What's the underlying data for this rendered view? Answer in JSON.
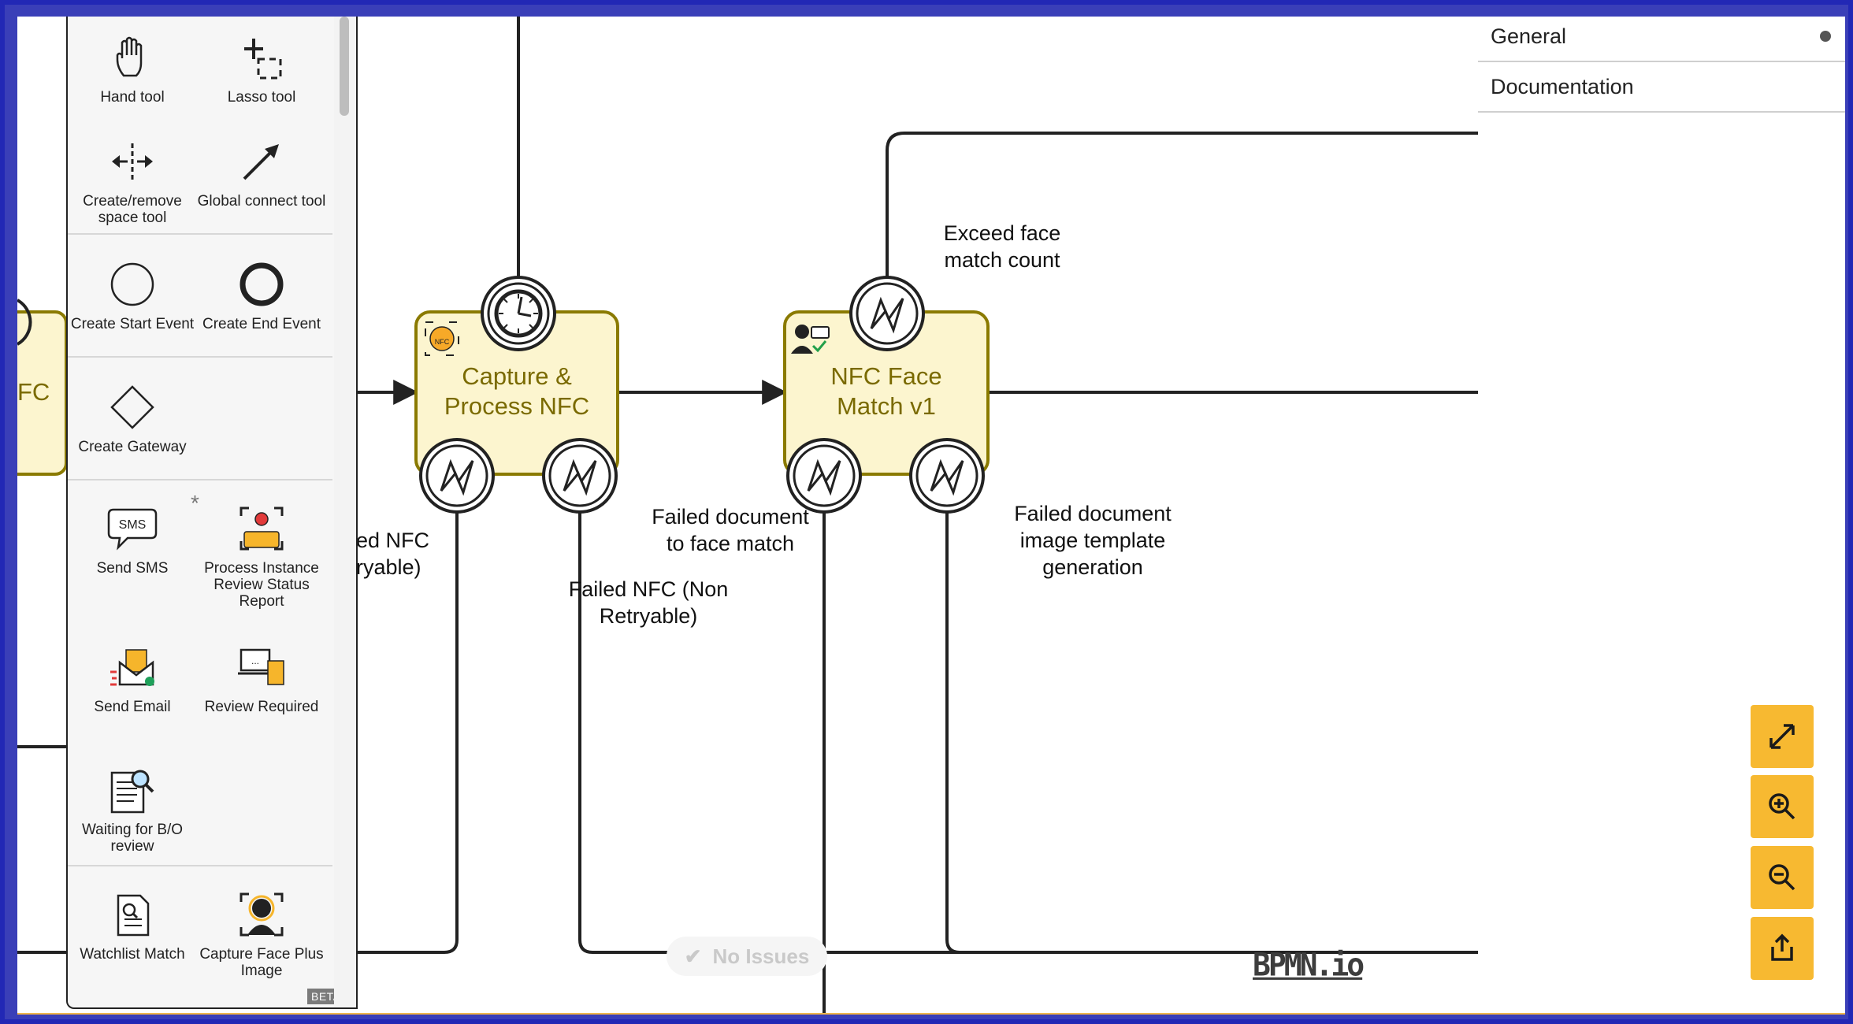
{
  "palette": {
    "tools": [
      {
        "label": "Hand tool",
        "icon": "hand-icon"
      },
      {
        "label": "Lasso tool",
        "icon": "lasso-icon"
      },
      {
        "label": "Create/remove space tool",
        "icon": "space-tool-icon"
      },
      {
        "label": "Global connect tool",
        "icon": "connect-arrow-icon"
      },
      {
        "label": "Create Start Event",
        "icon": "start-event-icon"
      },
      {
        "label": "Create End Event",
        "icon": "end-event-icon"
      },
      {
        "label": "Create Gateway",
        "icon": "gateway-icon"
      },
      {
        "label": "Send SMS",
        "icon": "sms-icon"
      },
      {
        "label": "Process Instance Review Status Report",
        "icon": "review-report-icon"
      },
      {
        "label": "Send Email",
        "icon": "email-icon"
      },
      {
        "label": "Review Required",
        "icon": "review-required-icon"
      },
      {
        "label": "Waiting for B/O review",
        "icon": "document-search-icon"
      },
      {
        "label": "Watchlist Match",
        "icon": "watchlist-icon"
      },
      {
        "label": "Capture Face Plus Image",
        "icon": "face-capture-icon"
      }
    ],
    "sms_icon_text": "SMS",
    "star_marker": "*",
    "beta_badge": "BETA"
  },
  "diagram": {
    "tasks": [
      {
        "label": "Capture &\nProcess NFC"
      },
      {
        "label": "NFC Face\nMatch v1"
      },
      {
        "label": "FC"
      }
    ],
    "labels": {
      "exceed": "Exceed face\n match count",
      "failed_face_match": "Failed document\n to face match",
      "failed_template": "Failed document\n image template\n generation",
      "failed_nfc_nonretry": "Failed NFC (Non\nRetryable)",
      "failed_nfc_retry": "ed NFC\nryable)"
    },
    "nfc_badge": "NFC"
  },
  "properties": {
    "tabs": [
      {
        "label": "General"
      },
      {
        "label": "Documentation"
      }
    ]
  },
  "status": {
    "no_issues": "No Issues"
  },
  "watermark": "BPMN.io",
  "zoom_controls": [
    {
      "icon": "fullscreen-icon"
    },
    {
      "icon": "zoom-in-icon"
    },
    {
      "icon": "zoom-out-icon"
    },
    {
      "icon": "export-icon"
    }
  ],
  "colors": {
    "task_fill": "#fcf5cf",
    "task_stroke": "#8a7a00",
    "accent": "#f7b931",
    "frame": "#2228b5"
  }
}
